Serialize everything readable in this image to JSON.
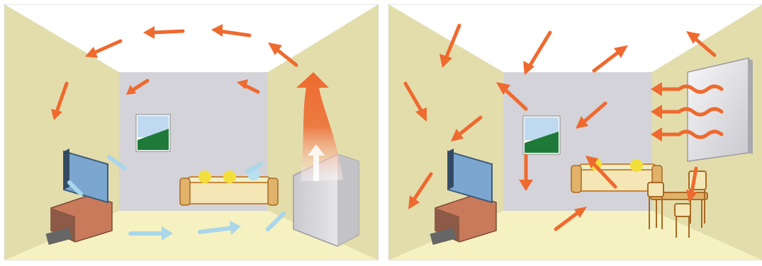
{
  "panels": [
    {
      "id": "convection",
      "heater": "floor-convector-radiator",
      "warm_air_color": "#ee6a2f",
      "cool_air_color": "#a9d6ea"
    },
    {
      "id": "infrared",
      "heater": "wall-mounted-infrared-panel",
      "radiant_heat_color": "#ee6a2f"
    }
  ],
  "colors": {
    "wall_side": "#e3ddac",
    "wall_back": "#d4d3d9",
    "ceiling": "#ffffff",
    "floor": "#f6f1c1",
    "arrow": "#ee6a2f",
    "cool_arrow": "#a9d6ea",
    "picture_sky": "#bfdaf0",
    "picture_grass": "#1f7a3a"
  }
}
